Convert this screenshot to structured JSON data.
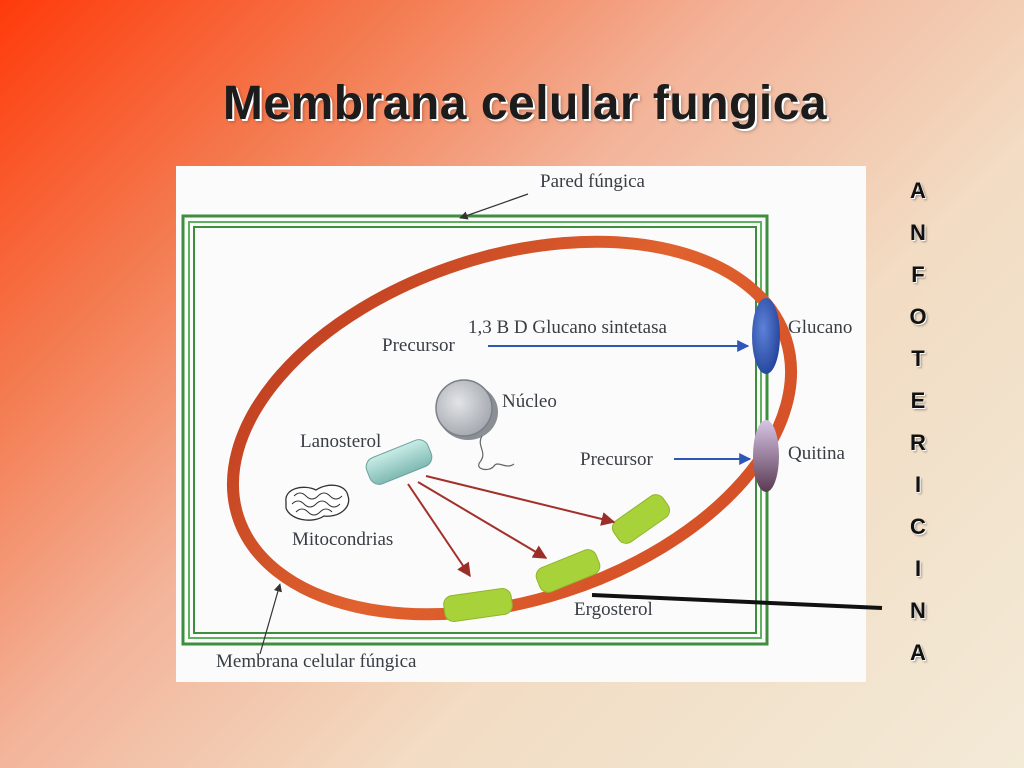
{
  "slide": {
    "title": "Membrana celular fungica"
  },
  "diagram": {
    "labels": {
      "cell_wall": "Pared fúngica",
      "glucan_synthase": "1,3 B D Glucano sintetasa",
      "precursor_top": "Precursor",
      "glucan": "Glucano",
      "nucleus": "Núcleo",
      "lanosterol": "Lanosterol",
      "precursor_mid": "Precursor",
      "chitin": "Quitina",
      "mitochondria": "Mitocondrias",
      "ergosterol": "Ergosterol",
      "membrane": "Membrana celular fúngica"
    },
    "colors": {
      "membrane": "#d9532a",
      "wall": "#3d8f3d",
      "glucan": "#2f57b8",
      "ergosterol": "#a8d23a",
      "arrow": "#a3302a"
    }
  },
  "side_word": {
    "letters": [
      "A",
      "N",
      "F",
      "O",
      "T",
      "E",
      "R",
      "I",
      "C",
      "I",
      "N",
      "A"
    ]
  }
}
